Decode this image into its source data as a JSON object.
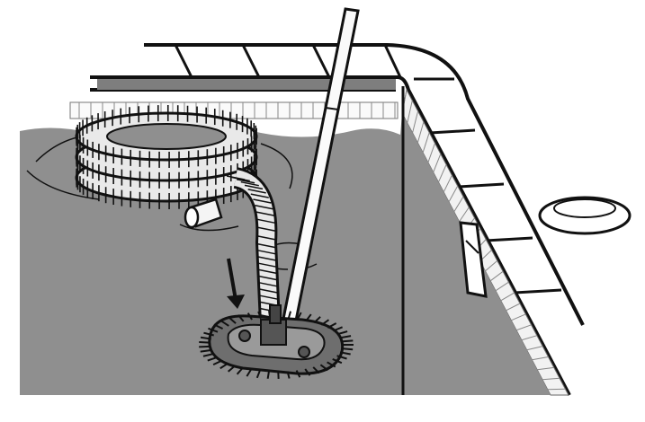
{
  "figure": {
    "kind": "illustration",
    "colors": {
      "ink": "#111111",
      "water": "#8f8f8f",
      "hose": "#e6e6e6",
      "background": "#ffffff"
    },
    "parts": [
      {
        "id": "coping",
        "icon": "pool-coping-rail"
      },
      {
        "id": "tile-band",
        "icon": "waterline-tile"
      },
      {
        "id": "water",
        "icon": "pool-water"
      },
      {
        "id": "hose-coil",
        "icon": "coiled-vacuum-hose"
      },
      {
        "id": "hose-end",
        "icon": "hose-cuff"
      },
      {
        "id": "telescopic-pole",
        "icon": "telescopic-pole"
      },
      {
        "id": "vacuum-head",
        "icon": "pool-vacuum-head"
      },
      {
        "id": "sink-arrow",
        "icon": "down-arrow"
      },
      {
        "id": "skimmer-opening",
        "icon": "skimmer-opening"
      },
      {
        "id": "skimmer-lid",
        "icon": "skimmer-lid"
      }
    ]
  }
}
